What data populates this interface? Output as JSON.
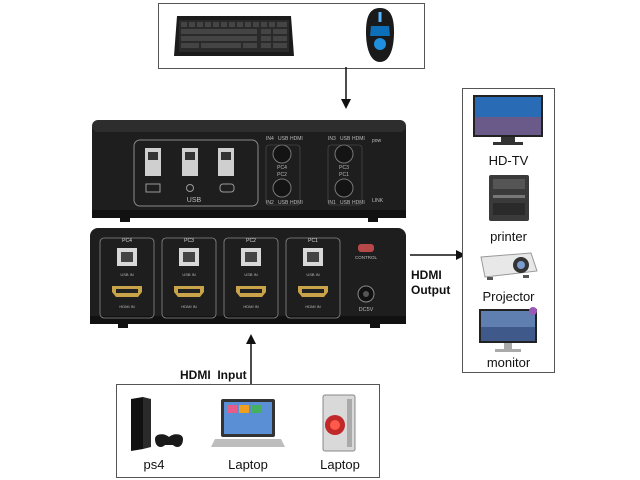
{
  "peripherals": {
    "keyboard": "keyboard-icon",
    "mouse": "mouse-icon"
  },
  "switch_top": {
    "usb_label": "USB",
    "ports": [
      {
        "id": "in4",
        "top_left": "IN4",
        "top_mid": "USB",
        "top_right": "HDMI",
        "center": "PC4"
      },
      {
        "id": "in3",
        "top_left": "IN3",
        "top_mid": "USB",
        "top_right": "HDMI",
        "center": "PC3",
        "side": "pow"
      },
      {
        "id": "in2",
        "bottom_left": "IN2",
        "bottom_mid": "USB",
        "bottom_right": "HDMI",
        "center": "PC2"
      },
      {
        "id": "in1",
        "bottom_left": "IN1",
        "bottom_mid": "USB",
        "bottom_right": "HDMI",
        "center": "PC1",
        "side": "LINK"
      }
    ]
  },
  "switch_back": {
    "pcs": [
      {
        "label": "PC4",
        "usb": "USB IN",
        "hdmi": "HDMI IN"
      },
      {
        "label": "PC3",
        "usb": "USB IN",
        "hdmi": "HDMI IN"
      },
      {
        "label": "PC2",
        "usb": "USB IN",
        "hdmi": "HDMI IN"
      },
      {
        "label": "PC1",
        "usb": "USB IN",
        "hdmi": "HDMI IN"
      }
    ],
    "control_label": "CONTROL",
    "power_label": "DC5V"
  },
  "labels": {
    "hdmi_output_line1": "HDMI",
    "hdmi_output_line2": "Output",
    "hdmi_input": "HDMI  Input"
  },
  "outputs": [
    {
      "name": "HD-TV",
      "icon": "tv-icon"
    },
    {
      "name": "printer",
      "icon": "printer-icon"
    },
    {
      "name": "Projector",
      "icon": "projector-icon"
    },
    {
      "name": "monitor",
      "icon": "monitor-icon"
    }
  ],
  "inputs": [
    {
      "name": "ps4",
      "icon": "ps4-console-icon"
    },
    {
      "name": "Laptop",
      "icon": "laptop-icon"
    },
    {
      "name": "Laptop",
      "icon": "desktop-pc-icon"
    }
  ]
}
